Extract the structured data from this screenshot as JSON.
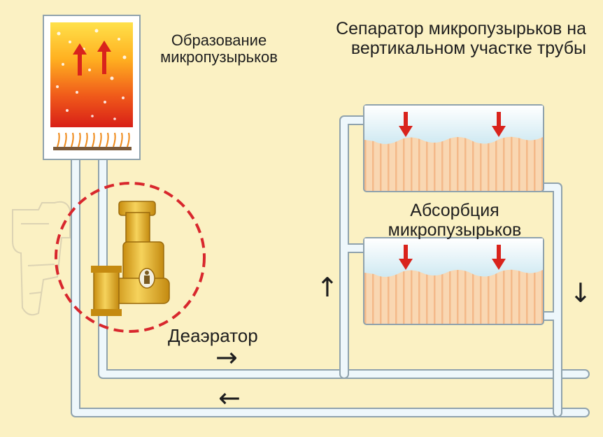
{
  "labels": {
    "microbubble_formation_line1": "Образование",
    "microbubble_formation_line2": "микропузырьков",
    "separator_line1": "Сепаратор микропузырьков на",
    "separator_line2": "вертикальном участке трубы",
    "absorption_line1": "Абсорбция",
    "absorption_line2": "микропузырьков",
    "deaerator": "Деаэратор"
  },
  "flow_arrows": {
    "up": "↑",
    "down": "↓",
    "right": "→",
    "left": "←"
  },
  "colors": {
    "background": "#fbf1c3",
    "pipe": "#eef7fb",
    "pipe_outline": "#8fa2ad",
    "heat_arrow": "#d9231c",
    "brass": "#e7b321",
    "highlight_circle": "#d8272d"
  }
}
